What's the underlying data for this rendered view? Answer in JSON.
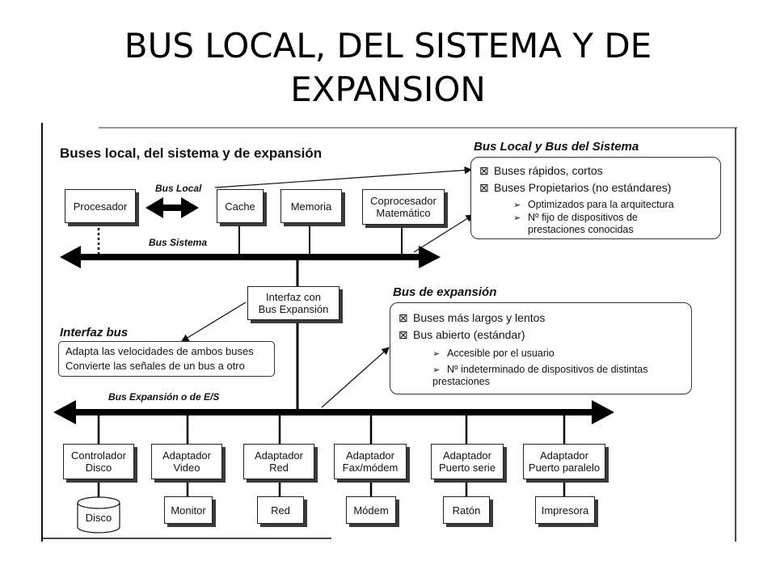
{
  "slide": {
    "title_lines": [
      "BUS LOCAL, DEL SISTEMA Y DE",
      "EXPANSION"
    ]
  },
  "diagram": {
    "heading": "Buses local, del sistema y de expansión",
    "labels": {
      "bus_local": "Bus Local",
      "bus_sistema": "Bus Sistema",
      "bus_expansion": "Bus Expansión o de E/S"
    },
    "top_boxes": {
      "procesador": "Procesador",
      "cache": "Cache",
      "memoria": "Memoria",
      "coprocesador": [
        "Coprocesador",
        "Matemático"
      ]
    },
    "interfaz_box": [
      "Interfaz con",
      "Bus Expansión"
    ],
    "interfaz_bus": {
      "title": "Interfaz bus",
      "lines": [
        "Adapta las velocidades de ambos buses",
        "Convierte las señales de un bus a otro"
      ]
    },
    "bus_local_sistema": {
      "title": "Bus Local y Bus del Sistema",
      "items": [
        "Buses rápidos, cortos",
        "Buses Propietarios (no estándares)"
      ],
      "subitems": [
        "Optimizados para la arquitectura",
        "Nº fijo de dispositivos de",
        "prestaciones conocidas"
      ]
    },
    "bus_de_expansion": {
      "title": "Bus de expansión",
      "items": [
        "Buses más largos y lentos",
        "Bus abierto (estándar)"
      ],
      "subitems": [
        "Accesible por el usuario",
        "Nº indeterminado de dispositivos de distintas",
        "prestaciones"
      ]
    },
    "adapters": [
      [
        "Controlador",
        "Disco"
      ],
      [
        "Adaptador",
        "Video"
      ],
      [
        "Adaptador",
        "Red"
      ],
      [
        "Adaptador",
        "Fax/módem"
      ],
      [
        "Adaptador",
        "Puerto serie"
      ],
      [
        "Adaptador",
        "Puerto paralelo"
      ]
    ],
    "devices": [
      "Disco",
      "Monitor",
      "Red",
      "Módem",
      "Ratón",
      "Impresora"
    ],
    "icons": {
      "item_bullet": "boxed-x-arrow-icon",
      "sub_bullet": "arrowhead-icon"
    }
  }
}
